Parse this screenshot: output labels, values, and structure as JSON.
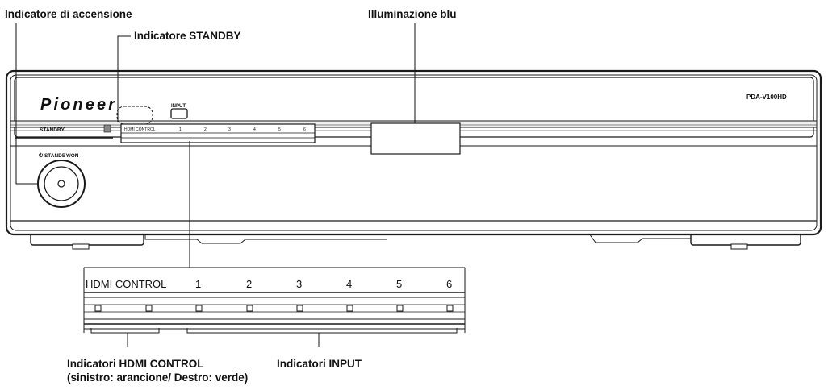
{
  "callouts": {
    "power_indicator": "Indicatore di accensione",
    "standby_indicator": "Indicatore STANDBY",
    "blue_illumination": "Illuminazione blu",
    "hdmi_control_indicators_line1": "Indicatori HDMI CONTROL",
    "hdmi_control_indicators_line2": "(sinistro: arancione/ Destro: verde)",
    "input_indicators": "Indicatori INPUT"
  },
  "device": {
    "brand": "Pioneer",
    "model": "PDA-V100HD",
    "standby_label": "STANDBY",
    "standby_on_label": "⏻ STANDBY/ON",
    "input_button_label": "INPUT",
    "panel_labels": [
      "HDMI CONTROL",
      "1",
      "2",
      "3",
      "4",
      "5",
      "6"
    ]
  },
  "detail": {
    "labels": [
      "HDMI CONTROL",
      "1",
      "2",
      "3",
      "4",
      "5",
      "6"
    ]
  }
}
